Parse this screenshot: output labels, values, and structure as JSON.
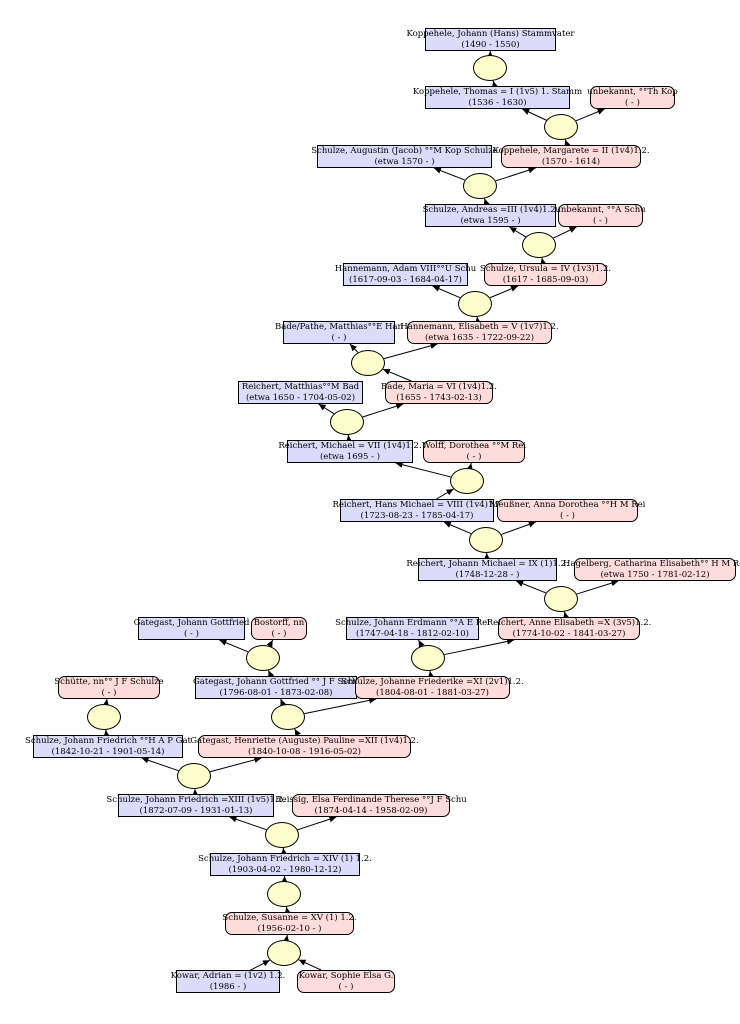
{
  "colors": {
    "male_fill": "#dcdcfa",
    "female_fill": "#ffdcdc",
    "union_fill": "#fefecc",
    "edge": "#000000"
  },
  "people": [
    {
      "id": "p1",
      "sex": "m",
      "name": "Koppehele, Johann (Hans) Stammvater",
      "dates": "(1490 - 1550)"
    },
    {
      "id": "p2",
      "sex": "m",
      "name": "Koppehele, Thomas = I (1v5) 1. Stamm",
      "dates": "(1536 - 1630)"
    },
    {
      "id": "p3",
      "sex": "f",
      "name": "unbekannt, °°Th Kop",
      "dates": "( - )"
    },
    {
      "id": "p4",
      "sex": "m",
      "name": "Schulze, Augustin (Jacob) °°M Kop Schulze",
      "dates": "(etwa 1570 - )"
    },
    {
      "id": "p5",
      "sex": "f",
      "name": "Koppehele, Margarete = II (1v4)1.2.",
      "dates": "(1570 - 1614)"
    },
    {
      "id": "p6",
      "sex": "m",
      "name": "Schulze, Andreas =III (1v4)1.2.",
      "dates": "(etwa 1595 - )"
    },
    {
      "id": "p7",
      "sex": "f",
      "name": "unbekannt, °°A Schu",
      "dates": "( - )"
    },
    {
      "id": "p8",
      "sex": "m",
      "name": "Hannemann, Adam VIII°°U Schu",
      "dates": "(1617-09-03 - 1684-04-17)"
    },
    {
      "id": "p9",
      "sex": "f",
      "name": "Schulze, Ursula = IV (1v3)1.2.",
      "dates": "(1617 - 1685-09-03)"
    },
    {
      "id": "p10",
      "sex": "m",
      "name": "Bade/Pathe, Matthias°°E Han",
      "dates": "( - )"
    },
    {
      "id": "p11",
      "sex": "f",
      "name": "Hannemann, Elisabeth = V (1v7)1.2.",
      "dates": "(etwa 1635 - 1722-09-22)"
    },
    {
      "id": "p12",
      "sex": "m",
      "name": "Reichert, Matthias°°M Bad",
      "dates": "(etwa 1650 - 1704-05-02)"
    },
    {
      "id": "p13",
      "sex": "f",
      "name": "Bade, Maria = VI (1v4)1.2.",
      "dates": "(1655 - 1743-02-13)"
    },
    {
      "id": "p14",
      "sex": "m",
      "name": "Reichert, Michael = VII (1v4)1.2.",
      "dates": "(etwa 1695 - )"
    },
    {
      "id": "p15",
      "sex": "f",
      "name": "Wolff, Dorothea °°M Rei",
      "dates": "( - )"
    },
    {
      "id": "p16",
      "sex": "m",
      "name": "Reichert, Hans Michael = VIII (1v4)1.2",
      "dates": "(1723-08-23 - 1785-04-17)"
    },
    {
      "id": "p17",
      "sex": "f",
      "name": "Meußner, Anna Dorothea °°H M Rei",
      "dates": "( - )"
    },
    {
      "id": "p18",
      "sex": "m",
      "name": "Reichert, Johann Michael = IX (1)1.2.",
      "dates": "(1748-12-28 - )"
    },
    {
      "id": "p19",
      "sex": "f",
      "name": "Hagelberg, Catharina Elisabeth°° H M Rei",
      "dates": "(etwa 1750 - 1781-02-12)"
    },
    {
      "id": "p20",
      "sex": "m",
      "name": "Gategast, Johann Gottfried",
      "dates": "( - )"
    },
    {
      "id": "p21",
      "sex": "f",
      "name": "Bostorff, nn",
      "dates": "( - )"
    },
    {
      "id": "p22",
      "sex": "m",
      "name": "Schulze, Johann Erdmann °°A E Rei",
      "dates": "(1747-04-18 - 1812-02-10)"
    },
    {
      "id": "p23",
      "sex": "f",
      "name": "Reichert, Anne Elisabeth =X (3v5)1.2.",
      "dates": "(1774-10-02 - 1841-03-27)"
    },
    {
      "id": "p24",
      "sex": "f",
      "name": "Schütte, nn°° J F Schulze",
      "dates": "( - )"
    },
    {
      "id": "p25",
      "sex": "m",
      "name": "Gategast, Johann Gottfried °° J F Schu",
      "dates": "(1796-08-01 - 1873-02-08)"
    },
    {
      "id": "p26",
      "sex": "f",
      "name": "Schulze, Johanne Friederike =XI (2v1)1.2.",
      "dates": "(1804-08-01 - 1881-03-27)"
    },
    {
      "id": "p27",
      "sex": "m",
      "name": "Schulze, Johann Friedrich °°H A P Gat",
      "dates": "(1842-10-21 - 1901-05-14)"
    },
    {
      "id": "p28",
      "sex": "f",
      "name": "Gategast, Henriette (Auguste) Pauline =XII (1v4)1.2.",
      "dates": "(1840-10-08 - 1916-05-02)"
    },
    {
      "id": "p29",
      "sex": "m",
      "name": "Schulze, Johann Friedrich =XIII (1v5)1.2.",
      "dates": "(1872-07-09 - 1931-01-13)"
    },
    {
      "id": "p30",
      "sex": "f",
      "name": "Reissig, Elsa Ferdinande Therese °°J F Schu",
      "dates": "(1874-04-14 - 1958-02-09)"
    },
    {
      "id": "p31",
      "sex": "m",
      "name": "Schulze, Johann Friedrich = XIV (1) 1.2.",
      "dates": "(1903-04-02 - 1980-12-12)"
    },
    {
      "id": "p32",
      "sex": "f",
      "name": "Schulze, Susanne = XV (1) 1.2.",
      "dates": "(1956-02-10 - )"
    },
    {
      "id": "p33",
      "sex": "m",
      "name": "Kowar, Adrian = (1v2) 1.2.",
      "dates": "(1986 - )"
    },
    {
      "id": "p34",
      "sex": "f",
      "name": "Kowar, Sophie Elsa G.",
      "dates": "( - )"
    }
  ],
  "families": [
    {
      "id": "f1",
      "parents": [
        "p1"
      ],
      "children": [
        "p2"
      ]
    },
    {
      "id": "f2",
      "parents": [
        "p2",
        "p3"
      ],
      "children": [
        "p5"
      ]
    },
    {
      "id": "f3",
      "parents": [
        "p4",
        "p5"
      ],
      "children": [
        "p6"
      ]
    },
    {
      "id": "f4",
      "parents": [
        "p6",
        "p7"
      ],
      "children": [
        "p9"
      ]
    },
    {
      "id": "f5",
      "parents": [
        "p8",
        "p9"
      ],
      "children": [
        "p11"
      ]
    },
    {
      "id": "f6",
      "parents": [
        "p10",
        "p11"
      ],
      "children": [
        "p13"
      ]
    },
    {
      "id": "f7",
      "parents": [
        "p12",
        "p13"
      ],
      "children": [
        "p14"
      ]
    },
    {
      "id": "f8",
      "parents": [
        "p14",
        "p15"
      ],
      "children": [
        "p16"
      ]
    },
    {
      "id": "f9",
      "parents": [
        "p16",
        "p17"
      ],
      "children": [
        "p18"
      ]
    },
    {
      "id": "f10",
      "parents": [
        "p18",
        "p19"
      ],
      "children": [
        "p23"
      ]
    },
    {
      "id": "f11",
      "parents": [
        "p20",
        "p21"
      ],
      "children": [
        "p25"
      ]
    },
    {
      "id": "f12",
      "parents": [
        "p22",
        "p23"
      ],
      "children": [
        "p26"
      ]
    },
    {
      "id": "f13",
      "parents": [
        "p24"
      ],
      "children": [
        "p27"
      ]
    },
    {
      "id": "f14",
      "parents": [
        "p25",
        "p26"
      ],
      "children": [
        "p28"
      ]
    },
    {
      "id": "f15",
      "parents": [
        "p27",
        "p28"
      ],
      "children": [
        "p29"
      ]
    },
    {
      "id": "f16",
      "parents": [
        "p29",
        "p30"
      ],
      "children": [
        "p31"
      ]
    },
    {
      "id": "f17",
      "parents": [
        "p31"
      ],
      "children": [
        "p32"
      ]
    },
    {
      "id": "f18",
      "parents": [
        "p32"
      ],
      "children": [
        "p33",
        "p34"
      ]
    }
  ]
}
